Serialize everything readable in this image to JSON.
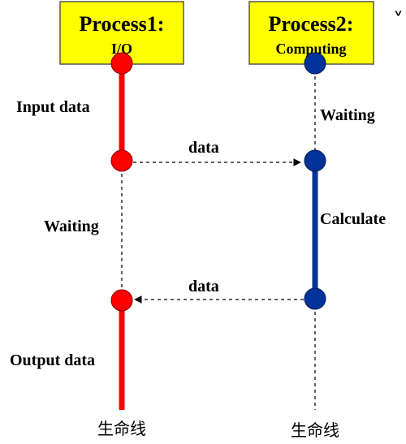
{
  "colors": {
    "box_fill": "#ffff00",
    "box_border": "#555555",
    "io_line": "#ff0000",
    "computing_line": "#003399",
    "io_node": "#ff0000",
    "computing_node": "#003399",
    "dashed": "#000000"
  },
  "process1": {
    "title": "Process1:",
    "subtitle": "I/O",
    "lifeline_label": "生命线"
  },
  "process2": {
    "title": "Process2:",
    "subtitle": "Computing",
    "lifeline_label": "生命线"
  },
  "labels": {
    "input_data": "Input data",
    "waiting_left": "Waiting",
    "output_data": "Output data",
    "waiting_right": "Waiting",
    "calculate": "Calculate",
    "data_to_computing": "data",
    "data_to_io": "data"
  },
  "corner_glyph": "˅"
}
